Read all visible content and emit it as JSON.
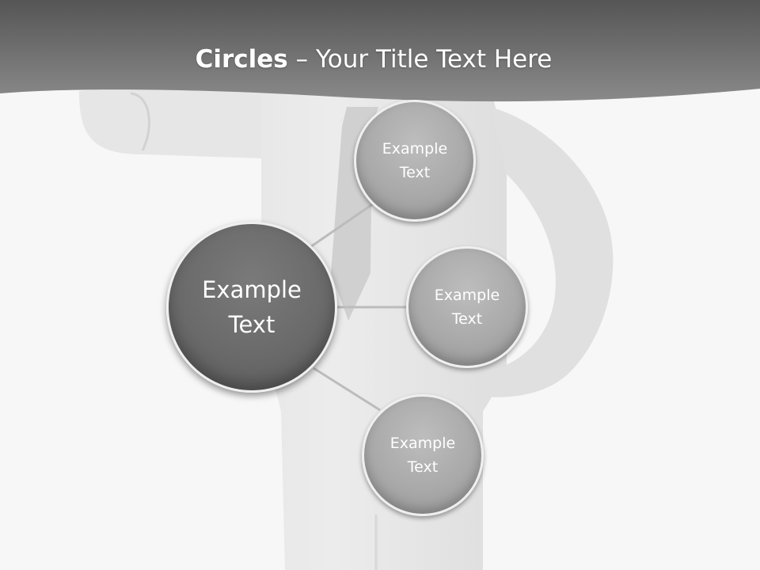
{
  "slide": {
    "title_bold": "Circles",
    "title_rest": " – Your Title Text Here",
    "colors": {
      "header": "#6e6e6e",
      "main_circle": "#666666",
      "satellite_circle": "#a9a9a9",
      "connector": "#bcbcbc",
      "text": "#ffffff"
    }
  },
  "diagram": {
    "center": {
      "label": "Example\nText"
    },
    "satellites": [
      {
        "label": "Example\nText"
      },
      {
        "label": "Example\nText"
      },
      {
        "label": "Example\nText"
      }
    ]
  }
}
